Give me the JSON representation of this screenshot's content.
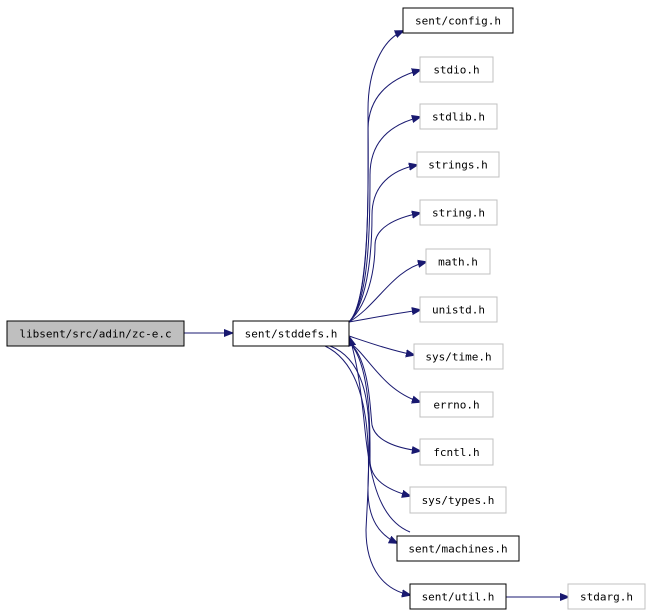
{
  "graph": {
    "root": "libsent/src/adin/zc-e.c",
    "hub": "sent/stddefs.h",
    "includes": [
      "sent/config.h",
      "stdio.h",
      "stdlib.h",
      "strings.h",
      "string.h",
      "math.h",
      "unistd.h",
      "sys/time.h",
      "errno.h",
      "fcntl.h",
      "sys/types.h",
      "sent/machines.h",
      "sent/util.h"
    ],
    "util_include": "stdarg.h",
    "colors": {
      "edge": "#191970",
      "root_fill": "#bfbfbf",
      "documented_border": "#000000",
      "undocumented_border": "#c0c0c0"
    }
  }
}
